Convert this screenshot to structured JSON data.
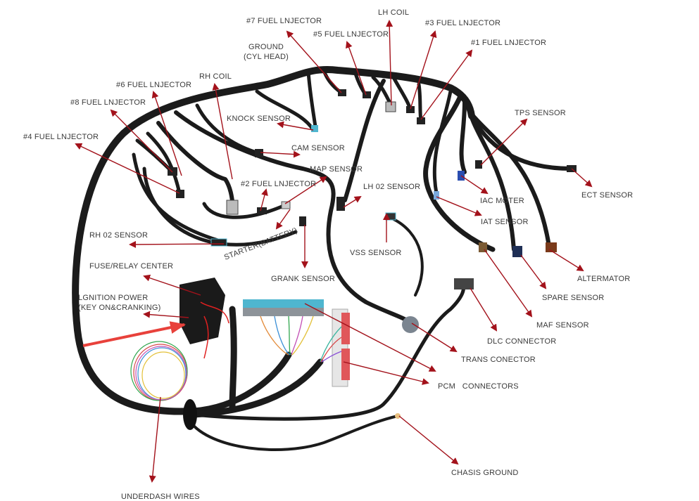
{
  "labels": {
    "fuel_injector_7": "#7 FUEL LNJECTOR",
    "ground_line1": "GROUND",
    "ground_line2": "(CYL HEAD)",
    "fuel_injector_5": "#5 FUEL LNJECTOR",
    "lh_coil": "LH COIL",
    "fuel_injector_3": "#3 FUEL LNJECTOR",
    "fuel_injector_1": "#1 FUEL LNJECTOR",
    "rh_coil": "RH COIL",
    "fuel_injector_6": "#6 FUEL LNJECTOR",
    "fuel_injector_8": "#8 FUEL LNJECTOR",
    "fuel_injector_4": "#4 FUEL LNJECTOR",
    "knock_sensor": "KNOCK SENSOR",
    "cam_sensor": "CAM SENSOR",
    "map_sensor": "MAP SENSOR",
    "fuel_injector_2": "#2 FUEL LNJECTOR",
    "tps_sensor": "TPS SENSOR",
    "ect_sensor": "ECT SENSOR",
    "iac_motor": "IAC MOTER",
    "lh_o2_sensor": "LH 02 SENSOR",
    "iat_sensor": "IAT  SENSOR",
    "vss_sensor": "VSS SENSOR",
    "rh_o2_sensor": "RH 02 SENSOR",
    "starter": "STARTER(BATTERY)",
    "crank_sensor": "GRANK SENSOR",
    "fuse_relay_center": "FUSE/RELAY CENTER",
    "ignition_line1": "LGNITION POWER",
    "ignition_line2": "(KEY ON&CRANKING)",
    "alternator": "ALTERMATOR",
    "spare_sensor": "SPARE SENSOR",
    "maf_sensor": "MAF SENSOR",
    "dlc_connector": "DLC CONNECTOR",
    "trans_connector": "TRANS CONECTOR",
    "pcm_connectors": "PCM   CONNECTORS",
    "underdash_wires": "UNDERDASH WIRES",
    "chassis_ground": "CHASIS GROUND"
  },
  "colors": {
    "arrow": "#a3121b",
    "highlight_arrow": "#e8413b",
    "harness": "#1b1b1b",
    "pcm_connector_blue": "#4fb6cf",
    "pcm_connector_red": "#e0575a"
  }
}
